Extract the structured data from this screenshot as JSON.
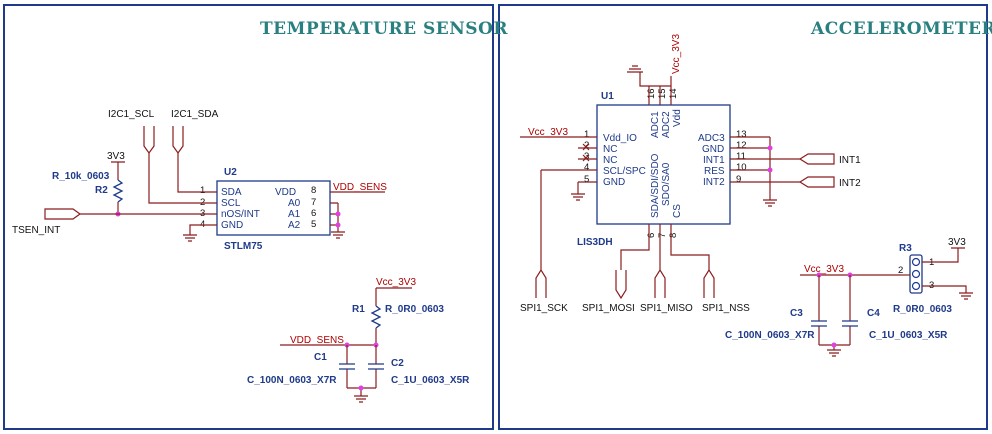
{
  "sections": {
    "temp_title": "TEMPERATURE SENSOR",
    "accel_title": "ACCELEROMETER"
  },
  "u2": {
    "ref": "U2",
    "part": "STLM75",
    "left_pins": [
      {
        "num": "1",
        "name": "SDA"
      },
      {
        "num": "2",
        "name": "SCL"
      },
      {
        "num": "3",
        "name": "nOS/INT"
      },
      {
        "num": "4",
        "name": "GND"
      }
    ],
    "right_pins": [
      {
        "num": "8",
        "name": "VDD"
      },
      {
        "num": "7",
        "name": "A0"
      },
      {
        "num": "6",
        "name": "A1"
      },
      {
        "num": "5",
        "name": "A2"
      }
    ]
  },
  "temp_nets": {
    "scl": "I2C1_SCL",
    "sda": "I2C1_SDA",
    "v33": "3V3",
    "r2_value": "R_10k_0603",
    "r2_ref": "R2",
    "tsen": "TSEN_INT",
    "vdd_sens": "VDD_SENS",
    "vcc": "Vcc_3V3",
    "r1_ref": "R1",
    "r1_value": "R_0R0_0603",
    "vdd_sens2": "VDD_SENS",
    "c1_ref": "C1",
    "c2_ref": "C2",
    "c1_value": "C_100N_0603_X7R",
    "c2_value": "C_1U_0603_X5R"
  },
  "u1": {
    "ref": "U1",
    "part": "LIS3DH",
    "left_pins": [
      {
        "num": "1",
        "name": "Vdd_IO"
      },
      {
        "num": "2",
        "name": "NC"
      },
      {
        "num": "3",
        "name": "NC"
      },
      {
        "num": "4",
        "name": "SCL/SPC"
      },
      {
        "num": "5",
        "name": "GND"
      }
    ],
    "top_pins": [
      {
        "num": "16",
        "name": "ADC1"
      },
      {
        "num": "15",
        "name": "ADC2"
      },
      {
        "num": "14",
        "name": "Vdd"
      }
    ],
    "right_pins": [
      {
        "num": "13",
        "name": "ADC3"
      },
      {
        "num": "12",
        "name": "GND"
      },
      {
        "num": "11",
        "name": "INT1"
      },
      {
        "num": "10",
        "name": "RES"
      },
      {
        "num": "9",
        "name": "INT2"
      }
    ],
    "bottom_pins": [
      {
        "num": "6",
        "name": "SDA/SDI/SDO"
      },
      {
        "num": "7",
        "name": "SDO/SA0"
      },
      {
        "num": "8",
        "name": "CS"
      }
    ]
  },
  "accel_nets": {
    "vcc_top": "Vcc_3V3",
    "vcc_left": "Vcc_3V3",
    "int1": "INT1",
    "int2": "INT2",
    "sck": "SPI1_SCK",
    "mosi": "SPI1_MOSI",
    "miso": "SPI1_MISO",
    "nss": "SPI1_NSS",
    "vcc_caps": "Vcc_3V3",
    "c3_ref": "C3",
    "c4_ref": "C4",
    "c3_value": "C_100N_0603_X7R",
    "c4_value": "C_1U_0603_X5R",
    "r3_ref": "R3",
    "r3_value": "R_0R0_0603",
    "r3_pin1": "1",
    "r3_pin2": "2",
    "r3_pin3": "3",
    "v33": "3V3"
  }
}
